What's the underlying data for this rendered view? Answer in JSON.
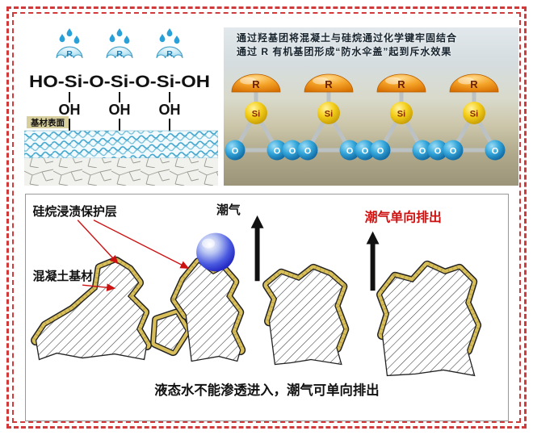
{
  "frame": {
    "border_color": "#d03a3a"
  },
  "panel_hydrolysis": {
    "formula": "HO-Si-O-Si-O-Si-OH",
    "oh_label": "OH",
    "r_label": "R",
    "substrate_surface_label": "基材表面"
  },
  "panel_molecular": {
    "caption_line1": "通过羟基团将混凝土与硅烷通过化学键牢固结合",
    "caption_line2": "通过 R 有机基团形成“防水伞盖”起到斥水效果",
    "r_label": "R",
    "si_label": "Si",
    "o_label": "O"
  },
  "panel_mechanism": {
    "coating_label": "硅烷浸渍保护层",
    "substrate_label": "混凝土基材",
    "moisture_label": "潮气",
    "one_way_out_label": "潮气单向排出",
    "caption": "液态水不能渗透进入，潮气可单向排出"
  },
  "colors": {
    "accent_red": "#cc1111",
    "coating_tan": "#d9bf5a",
    "umbrella_orange": "#f5a52a",
    "si_yellow": "#f5cf1a",
    "o_blue": "#1a7abf",
    "moisture_blue": "#2233cc"
  }
}
